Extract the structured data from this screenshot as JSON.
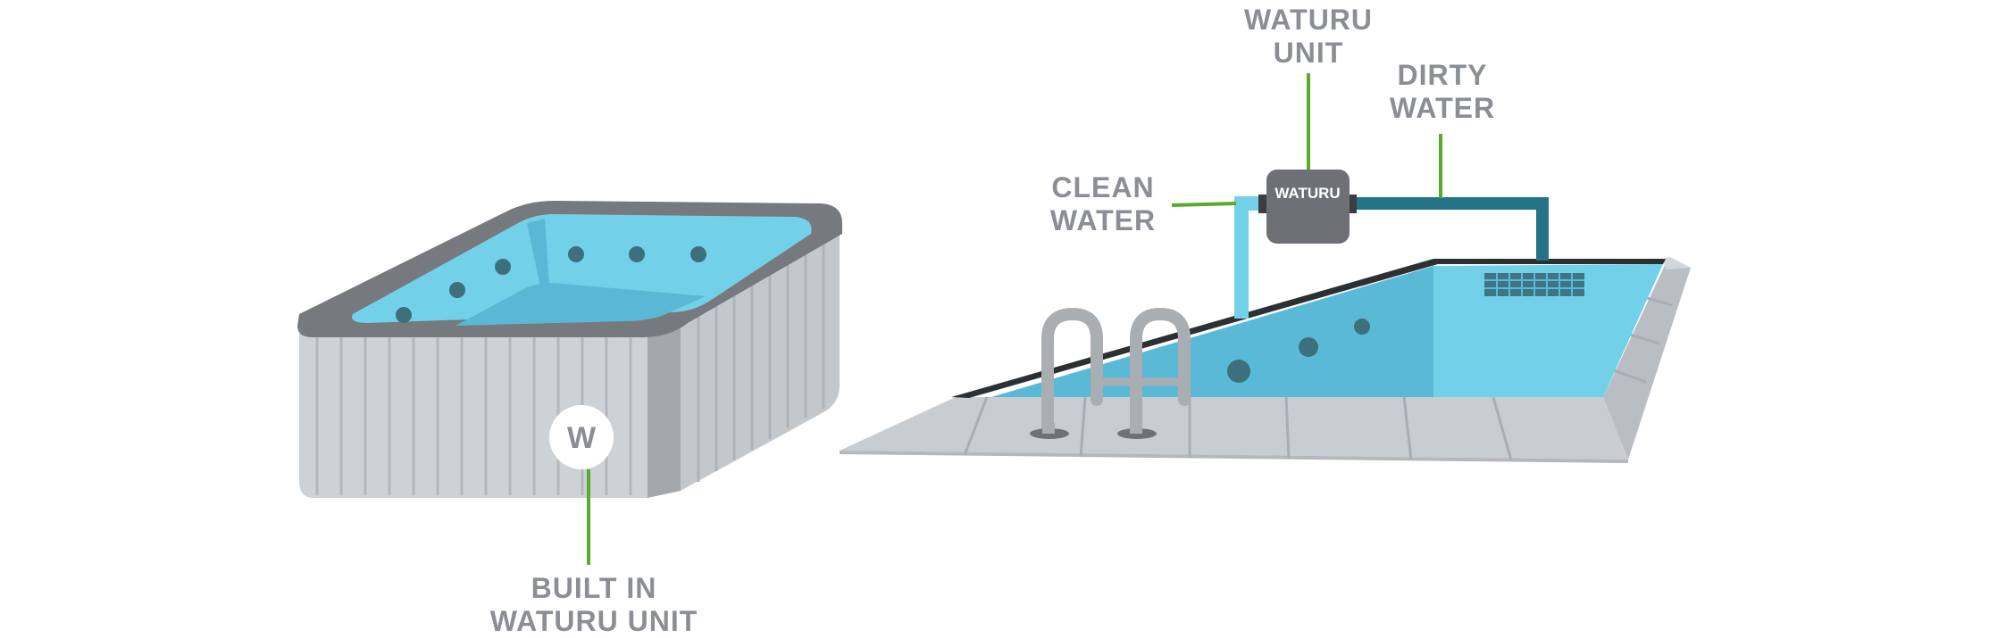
{
  "labels": {
    "waturu_unit": {
      "line1": "WATURU",
      "line2": "UNIT"
    },
    "dirty_water": {
      "line1": "DIRTY",
      "line2": "WATER"
    },
    "clean_water": {
      "line1": "CLEAN",
      "line2": "WATER"
    },
    "built_in": {
      "line1": "BUILT IN",
      "line2": "WATURU UNIT"
    }
  },
  "unit_box_text": "WATURU",
  "badge_letter": "W",
  "colors": {
    "label_gray": "#8b8e94",
    "leader_green": "#5aaa2e",
    "water_light": "#72d1e8",
    "water_mid": "#5cbcd9",
    "rim_gray": "#7a7d82",
    "pipe_dark": "#227486",
    "unit_box": "#6e7075",
    "tile_gray": "#c5cad0"
  }
}
